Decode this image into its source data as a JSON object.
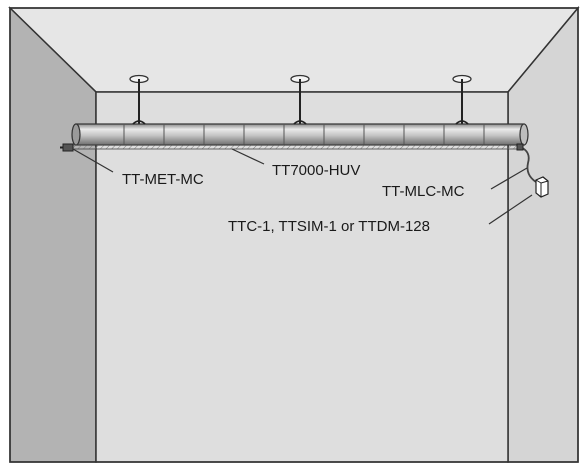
{
  "labels": {
    "end_terminal": "TT-MET-MC",
    "sensing_cable": "TT7000-HUV",
    "leader_cable": "TT-MLC-MC",
    "controller": "TTC-1, TTSIM-1 or TTDM-128"
  },
  "colors": {
    "room_outline": "#333333",
    "ceiling_fill": "#e6e6e6",
    "left_wall_fill": "#b3b3b3",
    "right_wall_fill": "#d5d5d5",
    "back_wall_fill": "#dedede",
    "pipe_fill": "#cfcfcf",
    "cable_color": "#444444"
  },
  "icons": {
    "ceiling_hanger": "ceiling-hanger-icon",
    "end_terminal": "end-terminal-icon",
    "connector_box": "connector-box-icon"
  }
}
